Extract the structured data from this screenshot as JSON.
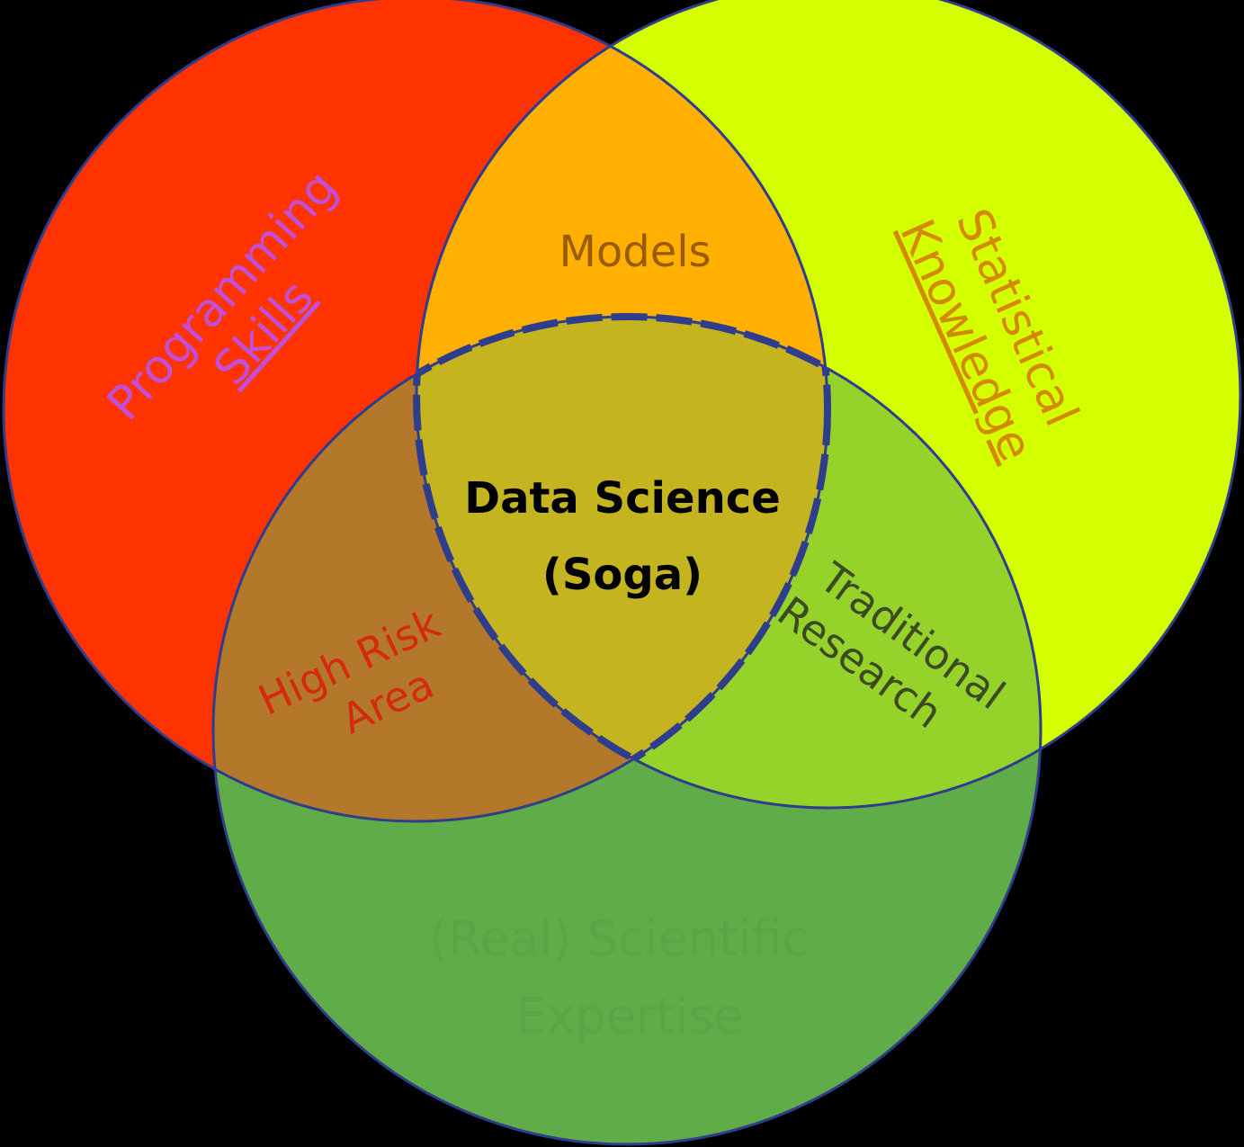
{
  "colors": {
    "background": "#000000",
    "programming": "#ff3300",
    "statistics": "#d4ff00",
    "expertise": "#60ac48",
    "programming_statistics": "#ffb000",
    "programming_expertise": "#b3782a",
    "statistics_expertise": "#95d22a",
    "center": "#c4b41f",
    "outline": "#2e3d8c"
  },
  "labels": {
    "programming_line1": "Programming",
    "programming_line2": "Skills",
    "statistics_line1": "Statistical",
    "statistics_line2": "Knowledge",
    "expertise_line1": "(Real) Scientific",
    "expertise_line2": "Expertise",
    "models": "Models",
    "high_risk_line1": "High Risk",
    "high_risk_line2": "Area",
    "traditional_line1": "Traditional",
    "traditional_line2": "Research",
    "center_line1": "Data Science",
    "center_line2": "(Soga)"
  }
}
